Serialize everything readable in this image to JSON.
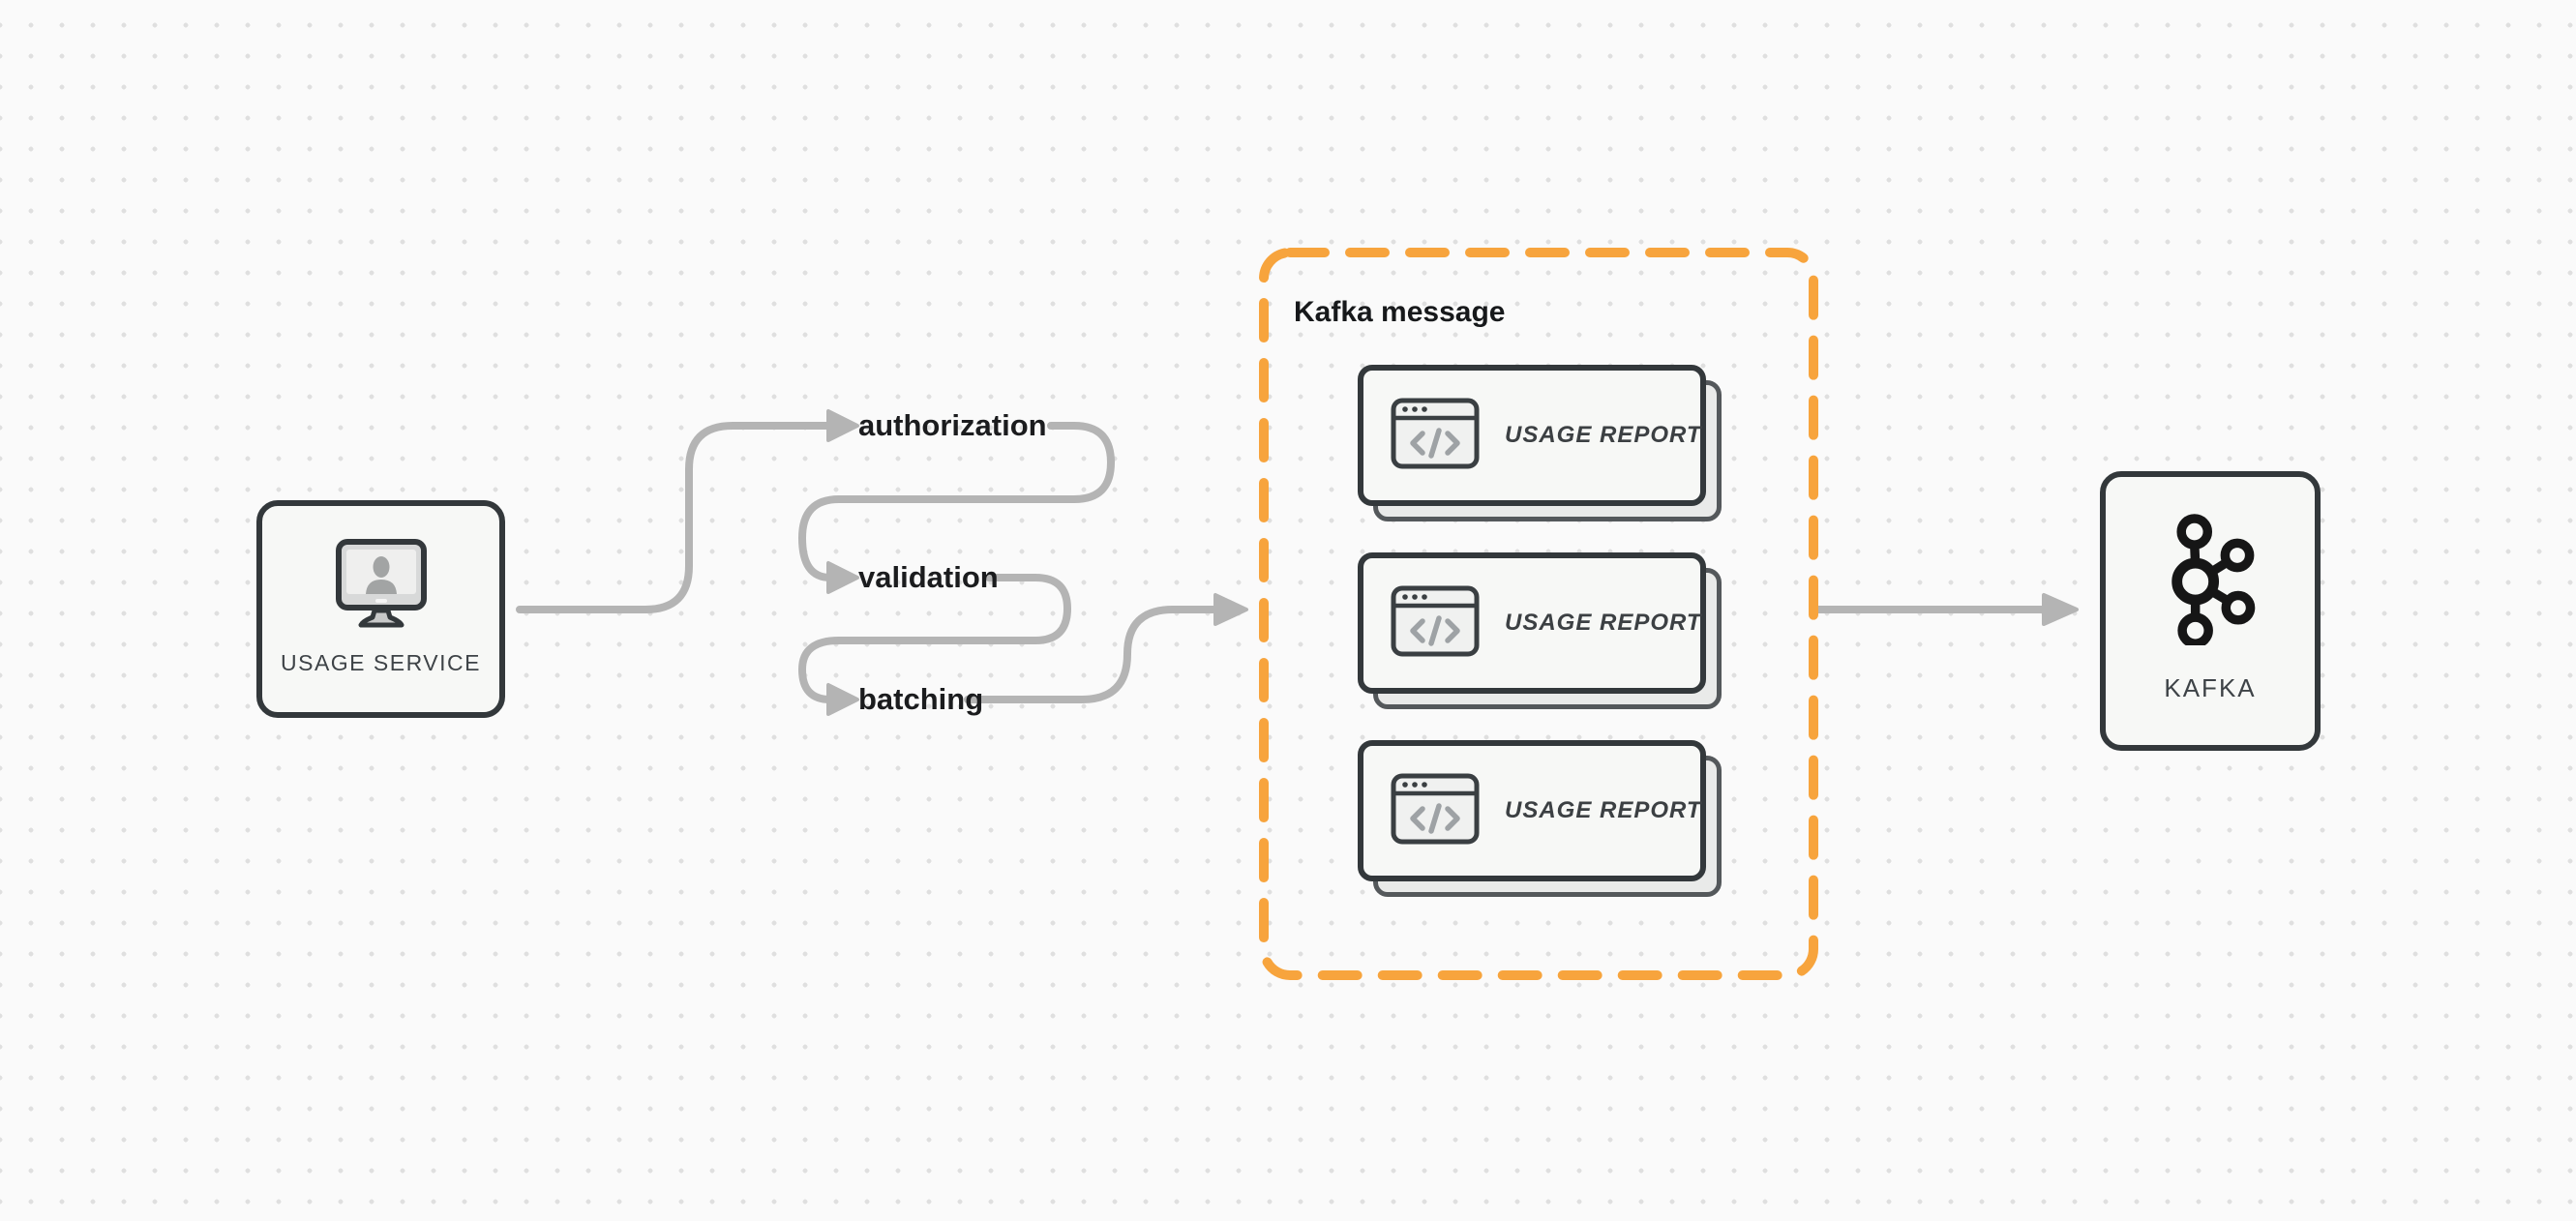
{
  "diagram": {
    "kind": "kafka-usage-pipeline"
  },
  "usage_service_node": {
    "label": "USAGE SERVICE",
    "icon": "user-monitor-icon"
  },
  "steps": [
    {
      "label": "authorization"
    },
    {
      "label": "validation"
    },
    {
      "label": "batching"
    }
  ],
  "kafka_message_group": {
    "title": "Kafka message",
    "cards": [
      {
        "label": "USAGE REPORT",
        "icon": "code-window-icon"
      },
      {
        "label": "USAGE REPORT",
        "icon": "code-window-icon"
      },
      {
        "label": "USAGE REPORT",
        "icon": "code-window-icon"
      }
    ]
  },
  "kafka_node": {
    "label": "KAFKA",
    "icon": "kafka-logo-icon"
  },
  "colors": {
    "background": "#FAFAFA",
    "background_dots": "#DFDFDF",
    "connector_gray": "#B4B4B4",
    "node_border": "#33383B",
    "node_fill": "#F7F8F6",
    "group_dash_orange": "#F7A43D",
    "card_shadow_fill": "#E9EAE9",
    "step_text": "#1B1C1E",
    "node_text": "#3E4347",
    "card_text": "#3C4043",
    "kafka_logo": "#161616"
  }
}
